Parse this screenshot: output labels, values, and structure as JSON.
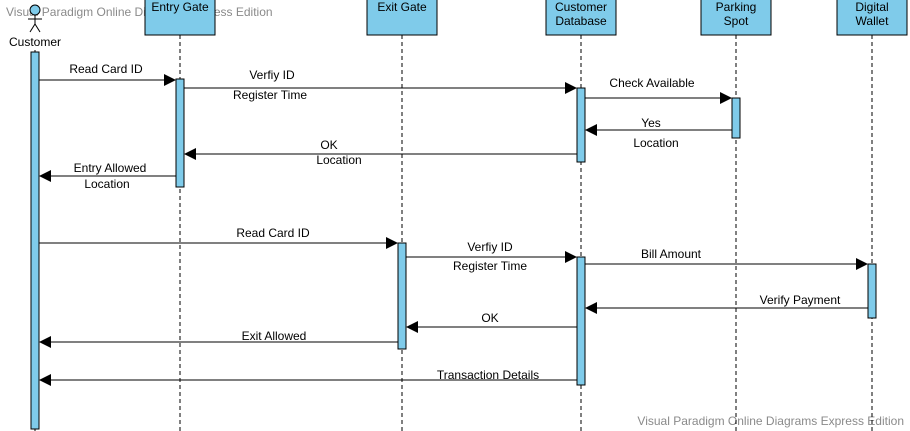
{
  "watermark": {
    "top": "Visual Paradigm Online Diagrams Express Edition",
    "bottom": "Visual Paradigm Online Diagrams Express Edition"
  },
  "actor": {
    "name": "Customer"
  },
  "participants": [
    {
      "id": "entry",
      "lines": [
        "Entry Gate"
      ]
    },
    {
      "id": "exit",
      "lines": [
        "Exit Gate"
      ]
    },
    {
      "id": "db",
      "lines": [
        "Customer",
        "Database"
      ]
    },
    {
      "id": "parking",
      "lines": [
        "Parking",
        "Spot"
      ]
    },
    {
      "id": "wallet",
      "lines": [
        "Digital",
        "Wallet"
      ]
    }
  ],
  "messages": [
    {
      "from": "customer",
      "to": "entry",
      "labels": [
        "Read Card ID"
      ]
    },
    {
      "from": "entry",
      "to": "db",
      "labels": [
        "Verfiy ID",
        "Register Time"
      ]
    },
    {
      "from": "db",
      "to": "parking",
      "labels": [
        "Check Available"
      ]
    },
    {
      "from": "parking",
      "to": "db",
      "labels": [
        "Yes",
        "Location"
      ]
    },
    {
      "from": "db",
      "to": "entry",
      "labels": [
        "OK",
        "Location"
      ]
    },
    {
      "from": "entry",
      "to": "customer",
      "labels": [
        "Entry Allowed",
        "Location"
      ]
    },
    {
      "from": "customer",
      "to": "exit",
      "labels": [
        "Read Card ID"
      ]
    },
    {
      "from": "exit",
      "to": "db",
      "labels": [
        "Verfiy ID",
        "Register Time"
      ]
    },
    {
      "from": "db",
      "to": "wallet",
      "labels": [
        "Bill Amount"
      ]
    },
    {
      "from": "wallet",
      "to": "db",
      "labels": [
        "Verify Payment"
      ]
    },
    {
      "from": "db",
      "to": "exit",
      "labels": [
        "OK"
      ]
    },
    {
      "from": "exit",
      "to": "customer",
      "labels": [
        "Exit Allowed"
      ]
    },
    {
      "from": "db",
      "to": "customer",
      "labels": [
        "Transaction Details"
      ]
    }
  ],
  "colors": {
    "box_fill": "#7fcbea",
    "line": "#000000",
    "watermark": "#8a8a8a"
  }
}
